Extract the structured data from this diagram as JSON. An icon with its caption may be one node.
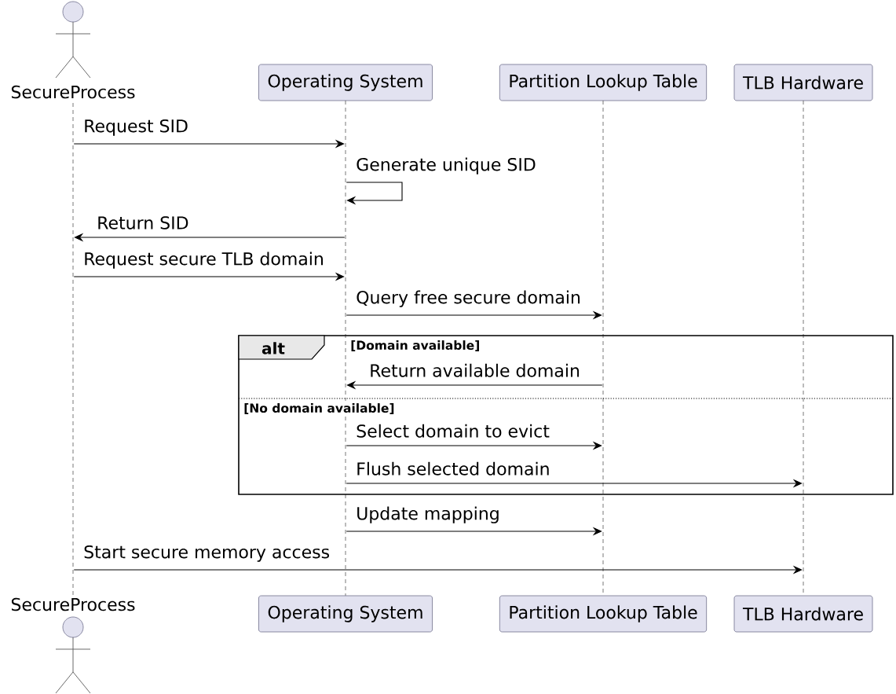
{
  "diagram": {
    "nodes": [
      {
        "text": [
          "SecureProcess"
        ]
      },
      {
        "text": [
          "Operating System"
        ]
      },
      {
        "text": [
          "Partition Lookup Table"
        ]
      },
      {
        "text": [
          "TLB Hardware"
        ]
      },
      {
        "text": [],
        "shape": "line"
      },
      {
        "text": [],
        "shape": "line"
      },
      {
        "text": [],
        "shape": "line"
      },
      {
        "text": [],
        "shape": "line"
      },
      {
        "text": [
          "SecureProcess"
        ]
      },
      {
        "text": [
          "Operating System"
        ]
      },
      {
        "text": [
          "Partition Lookup Table"
        ]
      },
      {
        "text": [
          "TLB Hardware"
        ]
      }
    ],
    "edges": [
      {
        "from": 4,
        "to": 5,
        "arrow": "to",
        "label": "Request SID"
      },
      {
        "from": 5,
        "to": 5,
        "arrow": "to",
        "label": "Generate unique SID"
      },
      {
        "from": 5,
        "to": 4,
        "arrow": "to",
        "label": "Return SID"
      },
      {
        "from": 4,
        "to": 5,
        "arrow": "to",
        "label": "Request secure TLB domain"
      },
      {
        "from": 5,
        "to": 6,
        "arrow": "to",
        "label": "Query free secure domain"
      },
      {
        "from": 6,
        "to": 5,
        "arrow": "to",
        "label": "Return available domain"
      },
      {
        "from": 5,
        "to": 6,
        "arrow": "to",
        "label": "Select domain to evict"
      },
      {
        "from": 5,
        "to": 7,
        "arrow": "to",
        "label": "Flush selected domain"
      },
      {
        "from": 5,
        "to": 6,
        "arrow": "to",
        "label": "Update mapping"
      },
      {
        "from": 4,
        "to": 7,
        "arrow": "to",
        "label": "Start secure memory access"
      }
    ],
    "labels": [
      "alt",
      "[Domain available]",
      "[No domain available]"
    ]
  }
}
